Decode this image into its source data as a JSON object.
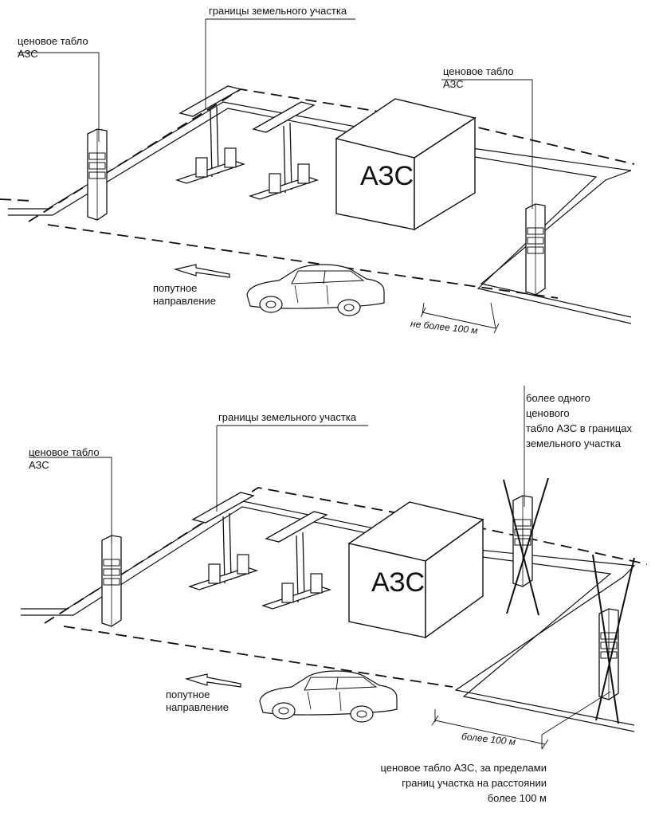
{
  "top": {
    "sign_left": [
      "ценовое табло",
      "АЗС"
    ],
    "plot_boundary": "границы земельного участка",
    "sign_right": [
      "ценовое табло",
      "АЗС"
    ],
    "building": "АЗС",
    "direction": [
      "попутное",
      "направление"
    ],
    "distance": "не более 100 м"
  },
  "bottom": {
    "sign_left": [
      "ценовое табло",
      "АЗС"
    ],
    "plot_boundary": "границы земельного участка",
    "extra_sign_note": [
      "более одного",
      "ценового",
      "табло АЗС в границах",
      "земельного участка"
    ],
    "building": "АЗС",
    "direction": [
      "попутное",
      "направление"
    ],
    "distance": "более 100 м",
    "outside_sign_note": [
      "ценовое табло АЗС, за пределами",
      "границ участка на расстоянии",
      "более 100 м"
    ]
  }
}
